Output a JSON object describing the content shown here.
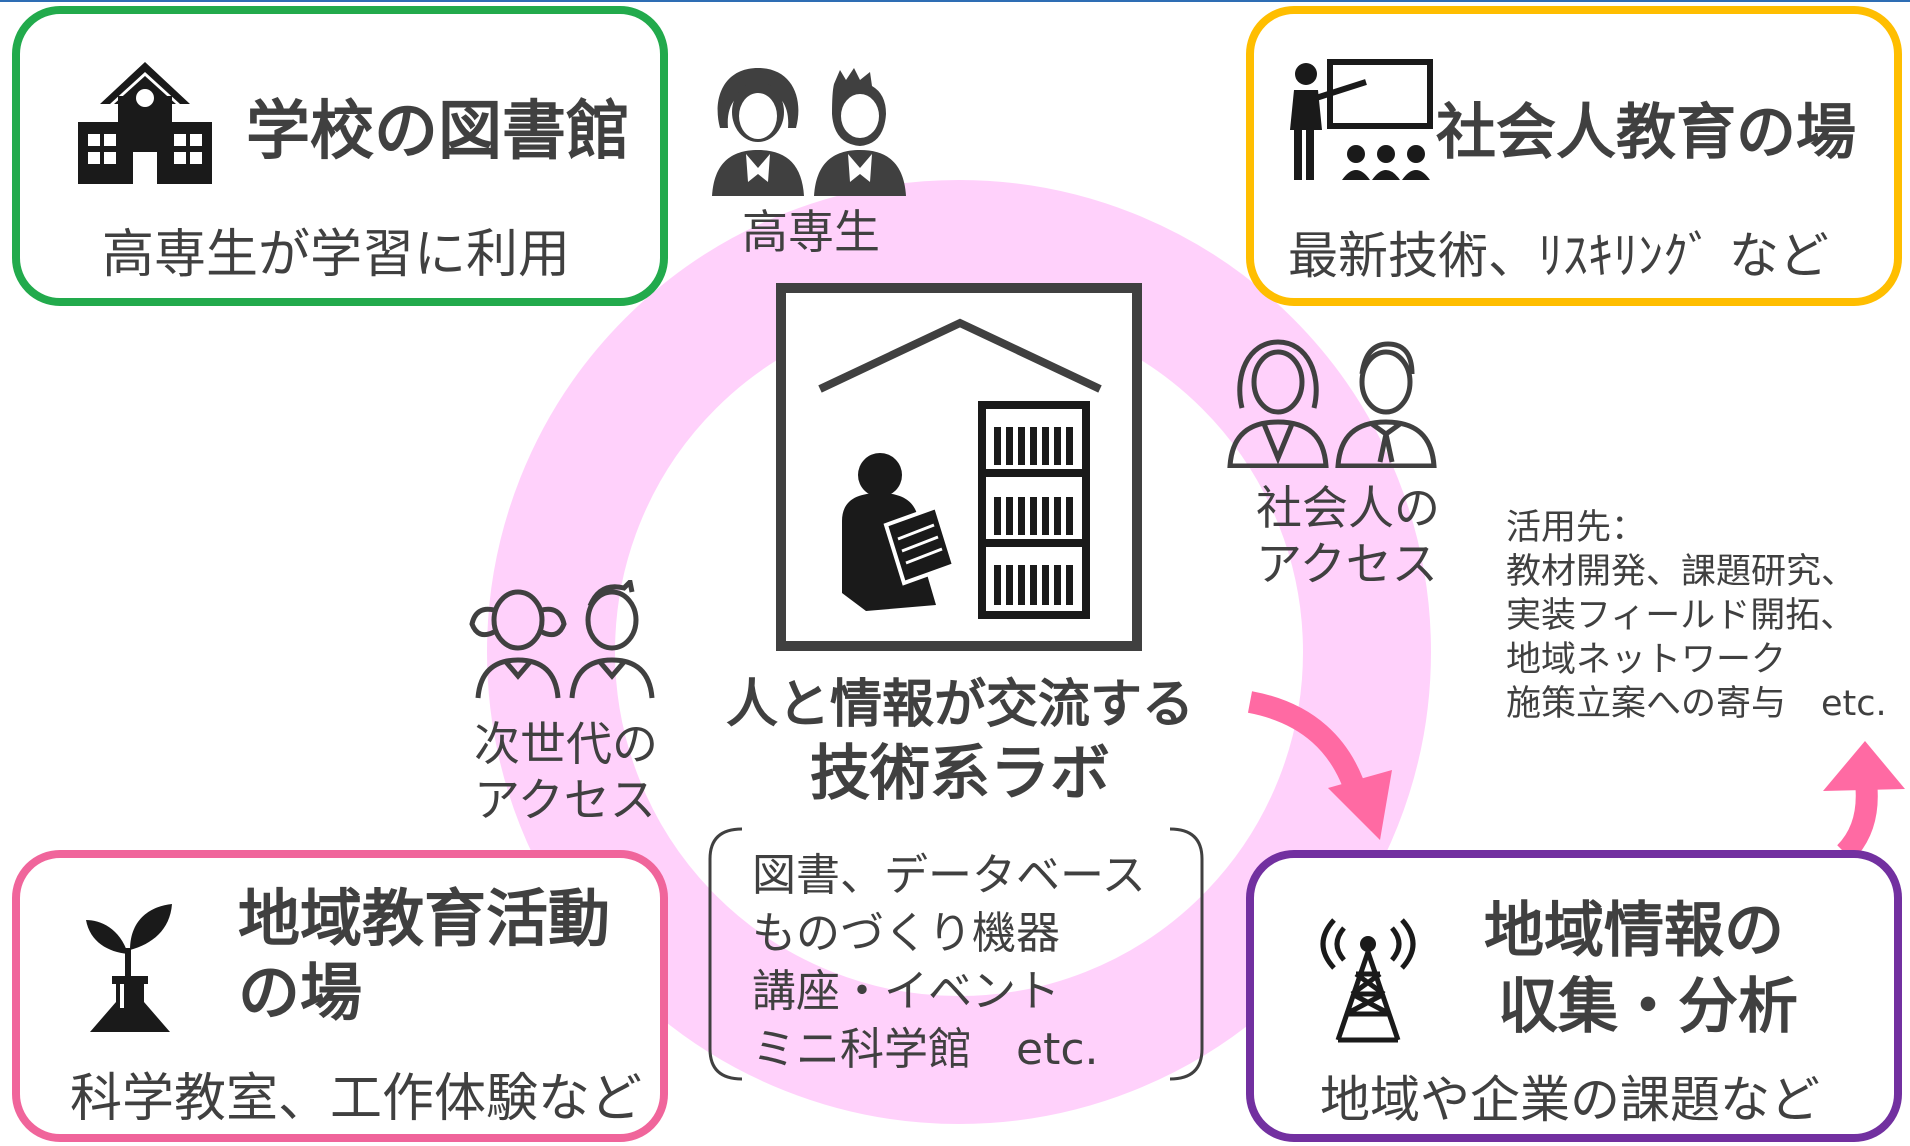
{
  "boxes": {
    "school_library": {
      "title": "学校の図書館",
      "subtitle": "高専生が学習に利用"
    },
    "adult_education": {
      "title": "社会人教育の場",
      "subtitle": "最新技術、ﾘｽｷﾘﾝｸﾞ など"
    },
    "regional_education": {
      "title_line1": "地域教育活動",
      "title_line2": "の場",
      "subtitle": "科学教室、工作体験など"
    },
    "regional_info": {
      "title_line1": "地域情報の",
      "title_line2": "収集・分析",
      "subtitle": "地域や企業の課題など"
    }
  },
  "people": {
    "students": "高専生",
    "adults_line1": "社会人の",
    "adults_line2": "アクセス",
    "children_line1": "次世代の",
    "children_line2": "アクセス"
  },
  "center": {
    "title_line1": "人と情報が交流する",
    "title_line2": "技術系ラボ",
    "resources": [
      "図書、データベース",
      "ものづくり機器",
      "講座・イベント",
      "ミニ科学館　etc."
    ]
  },
  "uses": {
    "heading": "活用先：",
    "items": [
      "教材開発、課題研究、",
      "実装フィールド開拓、",
      "地域ネットワーク",
      "施策立案への寄与　etc."
    ]
  },
  "colors": {
    "green": "#22aa4c",
    "orange": "#ffbe00",
    "pink": "#f0659b",
    "purple": "#7230a0",
    "ring": "#ffd1fb",
    "arrow": "#ff6aa3",
    "text": "#404040",
    "icon": "#1a1a1a"
  },
  "icons": [
    "school-building-icon",
    "teacher-presentation-icon",
    "plant-flask-icon",
    "radio-tower-icon",
    "library-reader-icon",
    "students-icon",
    "adults-icon",
    "children-icon"
  ]
}
